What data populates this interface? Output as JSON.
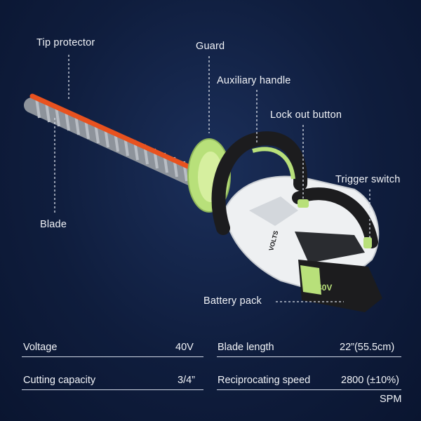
{
  "callouts": {
    "tip_protector": "Tip protector",
    "guard": "Guard",
    "auxiliary_handle": "Auxiliary handle",
    "lock_out_button": "Lock out button",
    "trigger_switch": "Trigger switch",
    "blade": "Blade",
    "battery_pack": "Battery pack"
  },
  "product": {
    "brand_mark": "VOLTS",
    "battery_voltage_mark": "40V"
  },
  "specs": [
    {
      "label": "Voltage",
      "value": "40V"
    },
    {
      "label": "Blade length",
      "value": "22”(55.5cm)"
    },
    {
      "label": "Cutting capacity",
      "value": "3/4”"
    },
    {
      "label": "Reciprocating speed",
      "value": "2800 (±10%)",
      "unit": "SPM"
    }
  ],
  "colors": {
    "background": "#0f1d3d",
    "blade": "#e8521f",
    "accent_green": "#b8e07a",
    "body_white": "#eef0f2",
    "handle_black": "#1c1c1e"
  }
}
